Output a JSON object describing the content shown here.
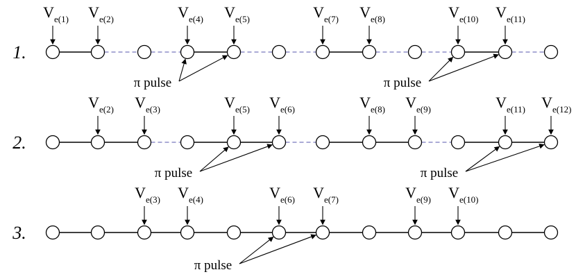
{
  "rows": [
    {
      "label": "1.",
      "bonds": [
        "solid",
        "dashed",
        "dashed",
        "solid",
        "dashed",
        "dashed",
        "solid",
        "dashed",
        "dashed",
        "solid",
        "dashed"
      ],
      "voltages": [
        {
          "node": 0,
          "main": "V",
          "sub": "e(1)"
        },
        {
          "node": 1,
          "main": "V",
          "sub": "e(2)"
        },
        {
          "node": 3,
          "main": "V",
          "sub": "e(4)"
        },
        {
          "node": 4,
          "main": "V",
          "sub": "e(5)"
        },
        {
          "node": 6,
          "main": "V",
          "sub": "e(7)"
        },
        {
          "node": 7,
          "main": "V",
          "sub": "e(8)"
        },
        {
          "node": 9,
          "main": "V",
          "sub": "e(10)"
        },
        {
          "node": 10,
          "main": "V",
          "sub": "e(11)"
        }
      ],
      "pulses": [
        {
          "text": "π pulse",
          "targets": [
            3,
            4
          ]
        },
        {
          "text": "π pulse",
          "targets": [
            9,
            10
          ]
        }
      ]
    },
    {
      "label": "2.",
      "bonds": [
        "solid",
        "solid",
        "dashed",
        "solid",
        "solid",
        "dashed",
        "solid",
        "solid",
        "dashed",
        "solid",
        "solid"
      ],
      "voltages": [
        {
          "node": 1,
          "main": "V",
          "sub": "e(2)"
        },
        {
          "node": 2,
          "main": "V",
          "sub": "e(3)"
        },
        {
          "node": 4,
          "main": "V",
          "sub": "e(5)"
        },
        {
          "node": 5,
          "main": "V",
          "sub": "e(6)"
        },
        {
          "node": 7,
          "main": "V",
          "sub": "e(8)"
        },
        {
          "node": 8,
          "main": "V",
          "sub": "e(9)"
        },
        {
          "node": 10,
          "main": "V",
          "sub": "e(11)"
        },
        {
          "node": 11,
          "main": "V",
          "sub": "e(12)"
        }
      ],
      "pulses": [
        {
          "text": "π pulse",
          "targets": [
            4,
            5
          ]
        },
        {
          "text": "π pulse",
          "targets": [
            10,
            11
          ]
        }
      ]
    },
    {
      "label": "3.",
      "bonds": [
        "solid",
        "solid",
        "solid",
        "solid",
        "solid",
        "solid",
        "solid",
        "solid",
        "solid",
        "solid",
        "solid"
      ],
      "voltages": [
        {
          "node": 2,
          "main": "V",
          "sub": "e(3)"
        },
        {
          "node": 3,
          "main": "V",
          "sub": "e(4)"
        },
        {
          "node": 5,
          "main": "V",
          "sub": "e(6)"
        },
        {
          "node": 6,
          "main": "V",
          "sub": "e(7)"
        },
        {
          "node": 8,
          "main": "V",
          "sub": "e(9)"
        },
        {
          "node": 9,
          "main": "V",
          "sub": "e(10)"
        }
      ],
      "pulses": [
        {
          "text": "π pulse",
          "targets": [
            5,
            6
          ]
        }
      ]
    }
  ],
  "colors": {
    "solid_bond": "#000000",
    "dashed_bond": "#8e8ec8",
    "node_fill": "#ffffff",
    "node_stroke": "#000000"
  }
}
